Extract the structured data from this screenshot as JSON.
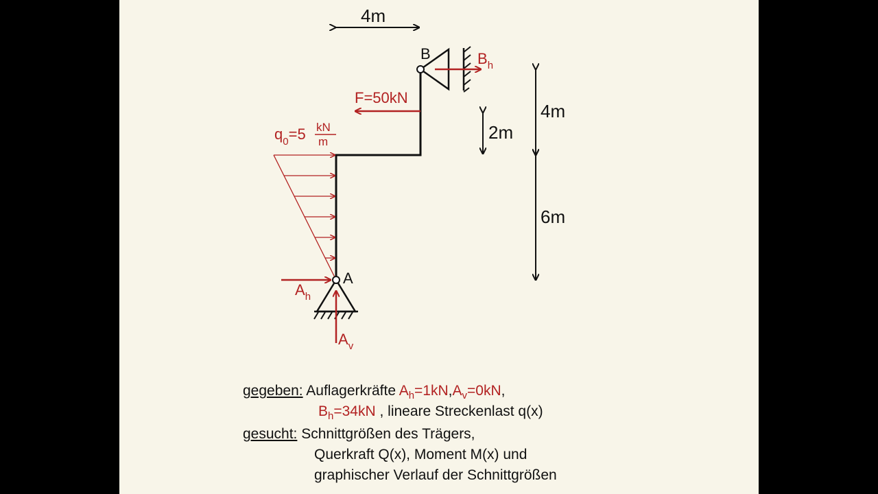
{
  "diagram": {
    "dim_top": "4m",
    "dim_right_upper": "4m",
    "dim_right_lower": "6m",
    "dim_small": "2m",
    "node_a": "A",
    "node_b": "B",
    "force_label": "F=50kN",
    "q0_label": "q",
    "q0_sub": "0",
    "q0_eq": "=5",
    "q0_num": "kN",
    "q0_den": "m",
    "ah_main": "A",
    "ah_sub": "h",
    "av_main": "A",
    "av_sub": "v",
    "bh_main": "B",
    "bh_sub": "h",
    "colors": {
      "load": "#b22222",
      "structure": "#111111",
      "background": "#f8f5e9"
    }
  },
  "text": {
    "given_label": "gegeben:",
    "given_line1_a": " Auflagerkräfte ",
    "ah": "A",
    "ah_sub": "h",
    "ah_val": "=1kN",
    "comma1": ",",
    "av": "A",
    "av_sub": "v",
    "av_val": "=0kN",
    "comma2": ",",
    "bh": "B",
    "bh_sub": "h",
    "bh_val": "=34kN",
    "given_line2_b": " , lineare Streckenlast q(x)",
    "sought_label": "gesucht:",
    "sought_line1": " Schnittgrößen des Trägers,",
    "sought_line2": "Querkraft Q(x), Moment M(x) und",
    "sought_line3": "graphischer Verlauf der Schnittgrößen"
  }
}
